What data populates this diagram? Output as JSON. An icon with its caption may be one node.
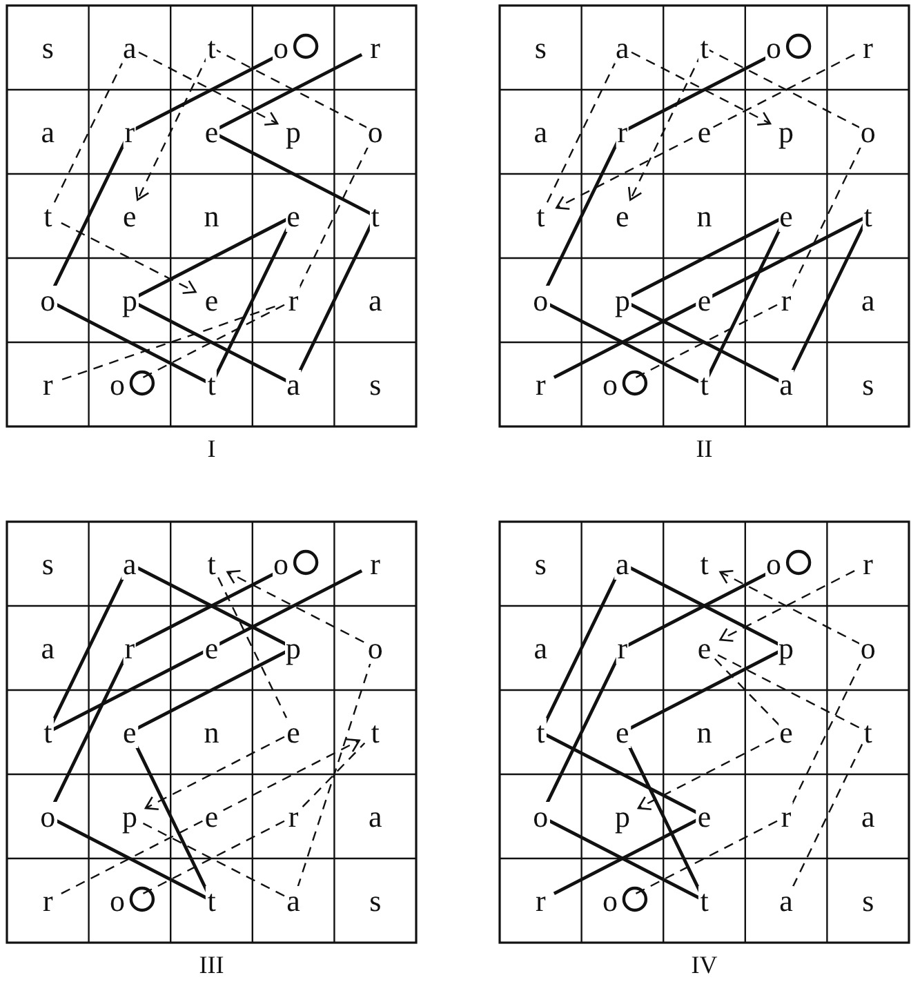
{
  "diagram": {
    "labels": [
      "s",
      "a",
      "t",
      "o",
      "r",
      "a",
      "r",
      "e",
      "p",
      "o",
      "t",
      "e",
      "n",
      "e",
      "t",
      "o",
      "p",
      "e",
      "r",
      "a",
      "r",
      "o",
      "t",
      "a",
      "s",
      "s",
      "a",
      "t",
      "o",
      "r",
      "a",
      "r",
      "e",
      "p",
      "o",
      "t",
      "e",
      "n",
      "e",
      "t",
      "o",
      "p",
      "e",
      "r",
      "a",
      "r",
      "o",
      "t",
      "a",
      "s",
      "I",
      "II",
      "s",
      "a",
      "t",
      "o",
      "r",
      "a",
      "r",
      "e",
      "p",
      "o",
      "t",
      "e",
      "n",
      "e",
      "t",
      "o",
      "p",
      "e",
      "r",
      "a",
      "r",
      "o",
      "t",
      "a",
      "s",
      "s",
      "a",
      "t",
      "o",
      "r",
      "a",
      "r",
      "e",
      "p",
      "o",
      "t",
      "e",
      "n",
      "e",
      "t",
      "o",
      "p",
      "e",
      "r",
      "a",
      "r",
      "o",
      "t",
      "a",
      "s",
      "III",
      "IV"
    ]
  }
}
